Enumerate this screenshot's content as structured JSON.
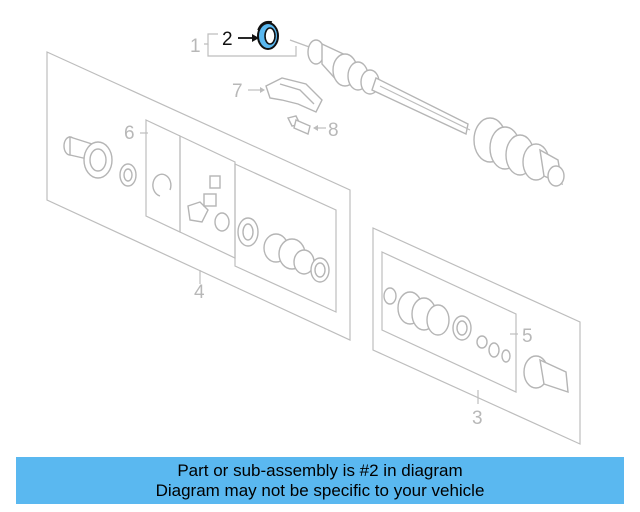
{
  "diagram": {
    "highlight_color": "#5ab8f0",
    "callouts": [
      {
        "id": "1",
        "label": "1"
      },
      {
        "id": "2",
        "label": "2"
      },
      {
        "id": "3",
        "label": "3"
      },
      {
        "id": "4",
        "label": "4"
      },
      {
        "id": "5",
        "label": "5"
      },
      {
        "id": "6",
        "label": "6"
      },
      {
        "id": "7",
        "label": "7"
      },
      {
        "id": "8",
        "label": "8"
      }
    ]
  },
  "banner": {
    "line1": "Part or sub-assembly is #2 in diagram",
    "line2": "Diagram may not be specific to your vehicle",
    "color": "#5ab8f0"
  }
}
